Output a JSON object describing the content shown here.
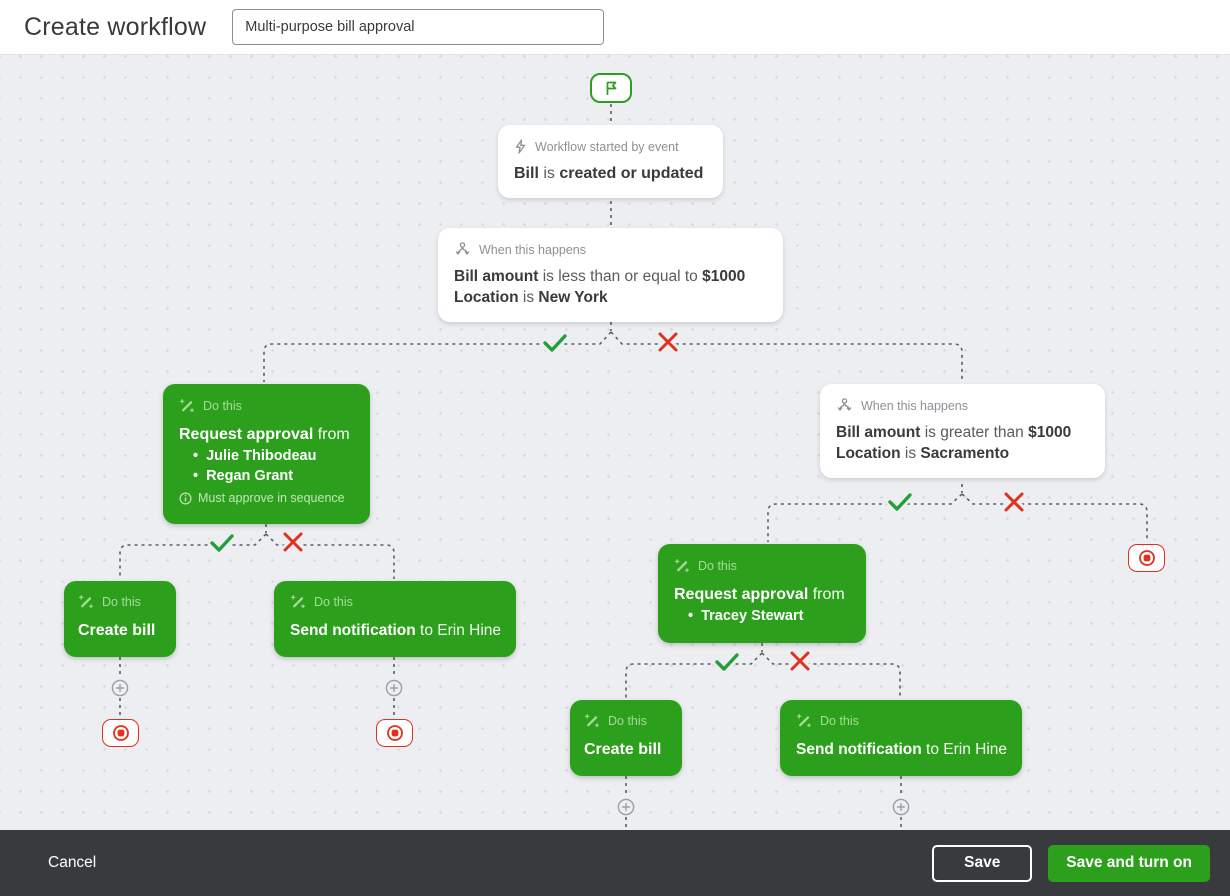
{
  "header": {
    "title": "Create workflow",
    "workflow_name": "Multi-purpose bill approval"
  },
  "canvas": {
    "trigger": {
      "label": "Workflow started by event",
      "b1": "Bill",
      "mid": " is ",
      "b2": "created or updated"
    },
    "condition1": {
      "label": "When this happens",
      "rows": [
        {
          "b1": "Bill amount",
          "mid": " is less than or equal to ",
          "b2": "$1000"
        },
        {
          "b1": "Location",
          "mid": " is ",
          "b2": "New York"
        }
      ]
    },
    "condition2": {
      "label": "When this happens",
      "rows": [
        {
          "b1": "Bill amount",
          "mid": " is greater than ",
          "b2": "$1000"
        },
        {
          "b1": "Location",
          "mid": " is ",
          "b2": "Sacramento"
        }
      ]
    },
    "request1": {
      "label": "Do this",
      "action": "Request approval",
      "suffix": " from",
      "approvers": [
        "Julie Thibodeau",
        "Regan Grant"
      ],
      "note": "Must approve in sequence"
    },
    "request2": {
      "label": "Do this",
      "action": "Request approval",
      "suffix": " from",
      "approvers": [
        "Tracey Stewart"
      ]
    },
    "create_bill1": {
      "label": "Do this",
      "action": "Create bill",
      "suffix": ""
    },
    "create_bill2": {
      "label": "Do this",
      "action": "Create bill",
      "suffix": ""
    },
    "notify1": {
      "label": "Do this",
      "action": "Send notification",
      "suffix": " to Erin Hine"
    },
    "notify2": {
      "label": "Do this",
      "action": "Send notification",
      "suffix": " to Erin Hine"
    }
  },
  "footer": {
    "cancel": "Cancel",
    "save": "Save",
    "save_and_turn_on": "Save and turn on"
  },
  "colors": {
    "brand_green": "#2ca01c",
    "check_green": "#21a038",
    "alert_red": "#e0301e",
    "dark_text": "#393a3d",
    "muted_text": "#8d9096",
    "canvas_bg": "#eceef1"
  }
}
